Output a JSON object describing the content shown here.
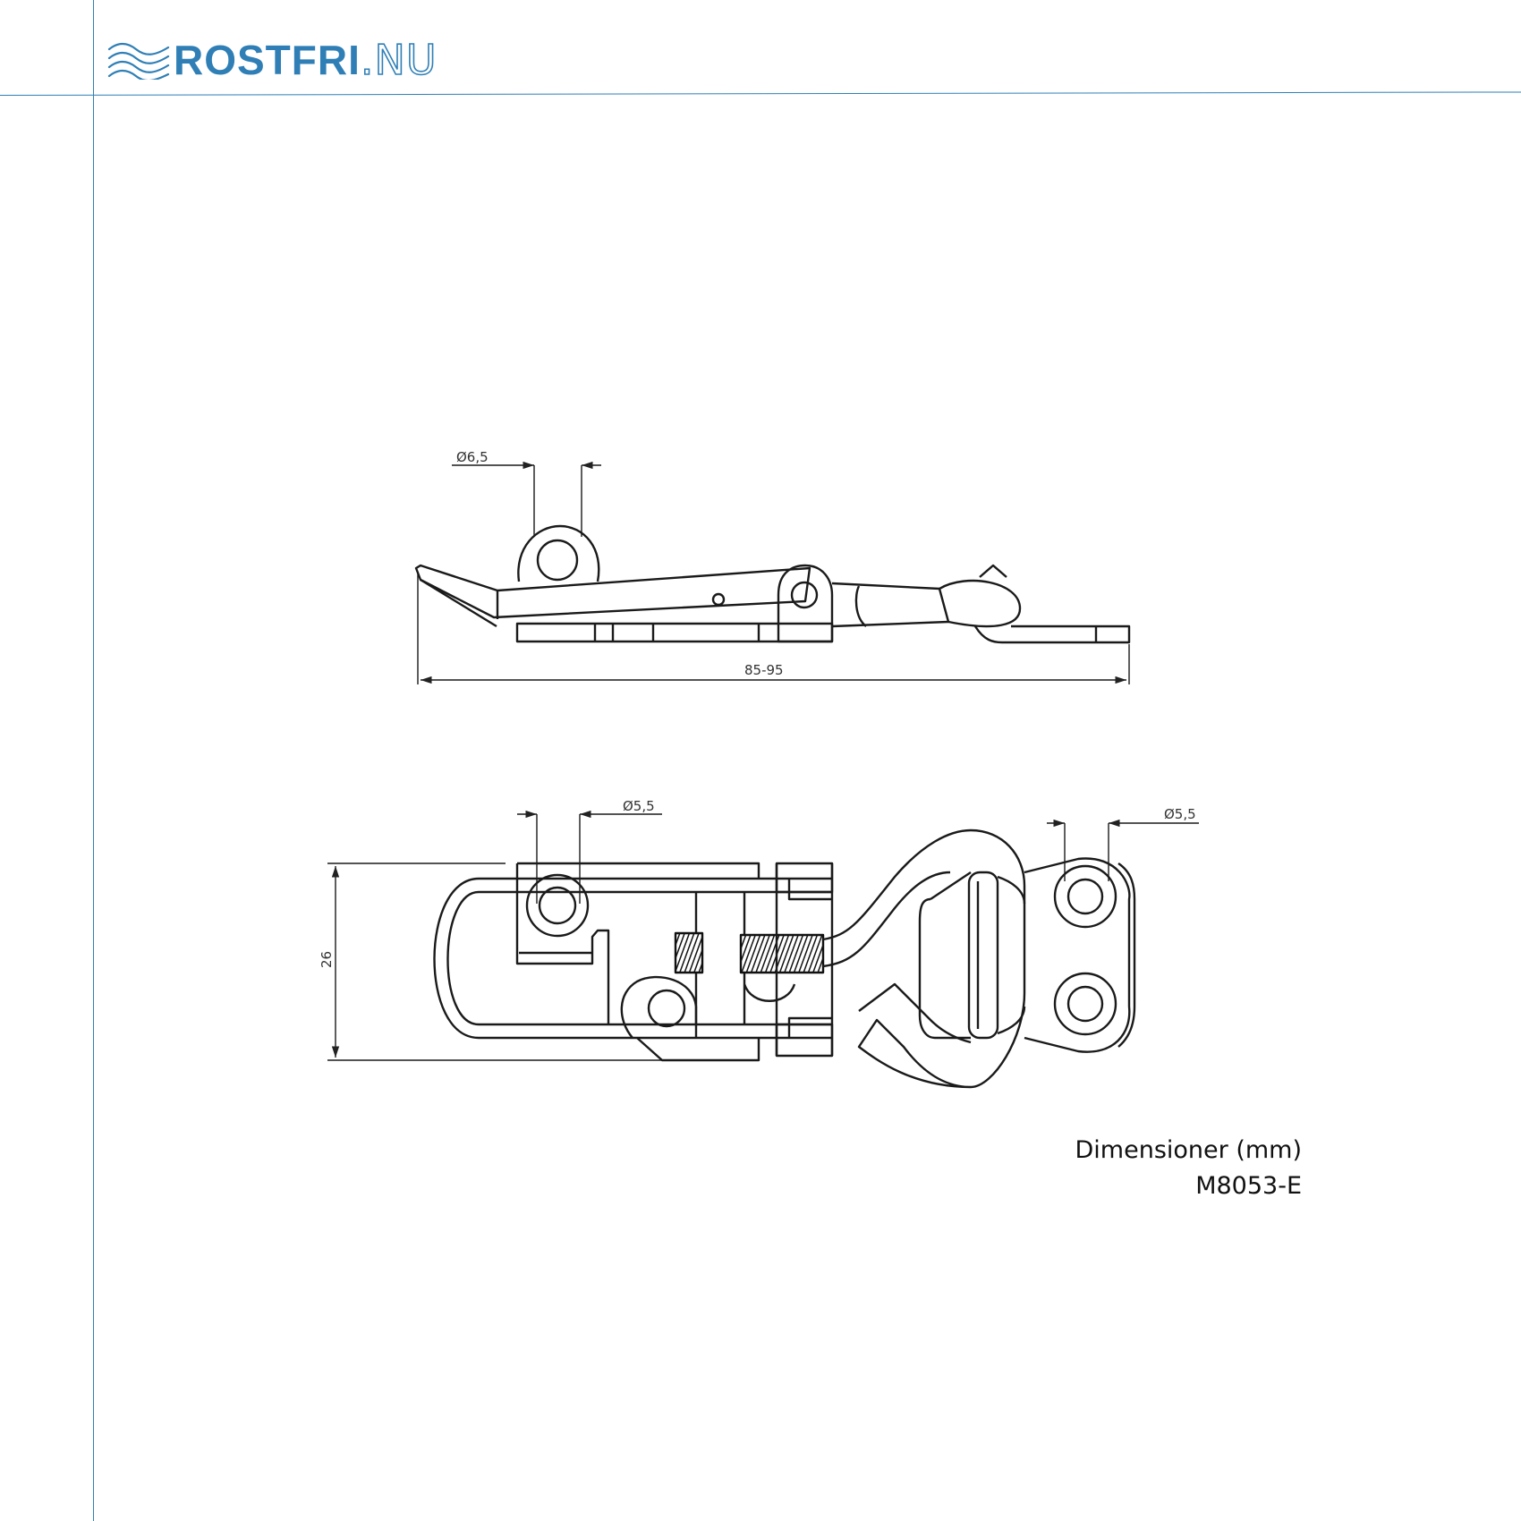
{
  "logo": {
    "main": "ROSTFRI",
    "tld": ".NU",
    "icon": "waves-icon",
    "color": "#2f7fb6"
  },
  "dimensions": {
    "side_hole": "Ø6,5",
    "side_length": "85-95",
    "top_hole_left": "Ø5,5",
    "top_hole_right": "Ø5,5",
    "top_height": "26"
  },
  "caption": {
    "line1": "Dimensioner (mm)",
    "line2": "M8053-E"
  }
}
